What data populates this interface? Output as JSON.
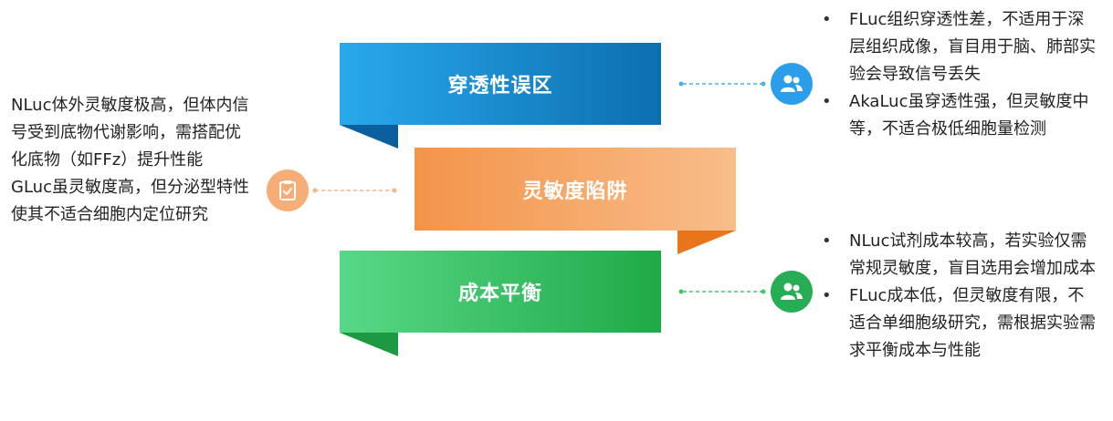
{
  "banners": {
    "top": "穿透性误区",
    "middle": "灵敏度陷阱",
    "bottom": "成本平衡"
  },
  "icons": {
    "top": "users-icon",
    "middle": "clipboard-check-icon",
    "bottom": "users-icon"
  },
  "colors": {
    "blue": "#1a8fd6",
    "orange": "#f5a467",
    "green": "#2dbe5c"
  },
  "left_text": {
    "p1": "NLuc体外灵敏度极高，但体内信号受到底物代谢影响，需搭配优化底物（如FFz）提升性能",
    "p2": "GLuc虽灵敏度高，但分泌型特性使其不适合细胞内定位研究"
  },
  "top_right": [
    "FLuc组织穿透性差，不适用于深层组织成像，盲目用于脑、肺部实验会导致信号丢失",
    "AkaLuc虽穿透性强，但灵敏度中等，不适合极低细胞量检测"
  ],
  "bottom_right": [
    "NLuc试剂成本较高，若实验仅需常规灵敏度，盲目选用会增加成本",
    "FLuc成本低，但灵敏度有限，不适合单细胞级研究，需根据实验需求平衡成本与性能"
  ]
}
